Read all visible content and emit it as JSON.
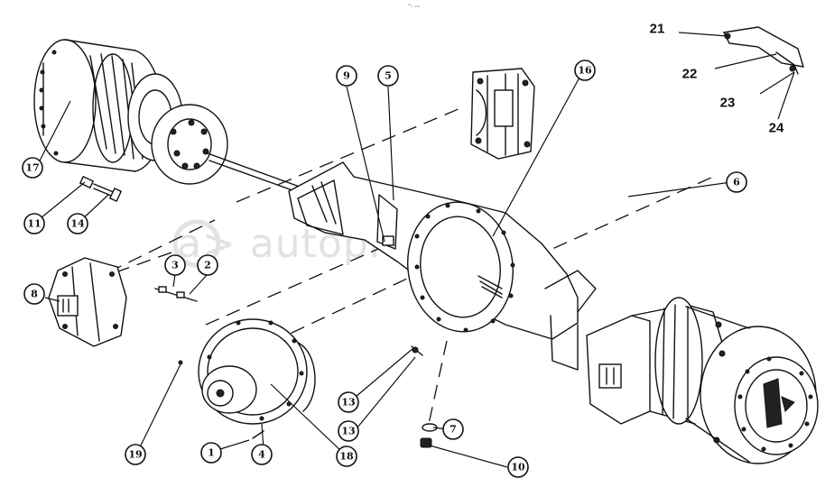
{
  "header": {
    "top_mark": "ᵐₒ ₘₘ"
  },
  "watermark": {
    "text": "a> autopiter.ru"
  },
  "callouts": [
    {
      "id": "c17",
      "label": "17"
    },
    {
      "id": "c11",
      "label": "11"
    },
    {
      "id": "c14",
      "label": "14"
    },
    {
      "id": "c9",
      "label": "9"
    },
    {
      "id": "c5",
      "label": "5"
    },
    {
      "id": "c16",
      "label": "16"
    },
    {
      "id": "c6",
      "label": "6"
    },
    {
      "id": "c3a",
      "label": "3"
    },
    {
      "id": "c2",
      "label": "2"
    },
    {
      "id": "c8",
      "label": "8"
    },
    {
      "id": "c19",
      "label": "19"
    },
    {
      "id": "c1",
      "label": "1"
    },
    {
      "id": "c4",
      "label": "4"
    },
    {
      "id": "c18",
      "label": "18"
    },
    {
      "id": "c13a",
      "label": "13"
    },
    {
      "id": "c13b",
      "label": "13"
    },
    {
      "id": "c7",
      "label": "7"
    },
    {
      "id": "c10",
      "label": "10"
    }
  ],
  "plain_labels": [
    {
      "id": "p21",
      "label": "21"
    },
    {
      "id": "p22",
      "label": "22"
    },
    {
      "id": "p23",
      "label": "23"
    },
    {
      "id": "p24",
      "label": "24"
    }
  ],
  "parts": {
    "hub_left": "wheel-hub-left",
    "axle_shaft": "axle-shaft",
    "caliper_top": "brake-caliper-top",
    "axle_housing": "axle-housing",
    "caliper_left": "brake-caliper-left",
    "differential": "differential-carrier",
    "hub_right": "wheel-hub-right",
    "bracket": "mounting-bracket"
  }
}
